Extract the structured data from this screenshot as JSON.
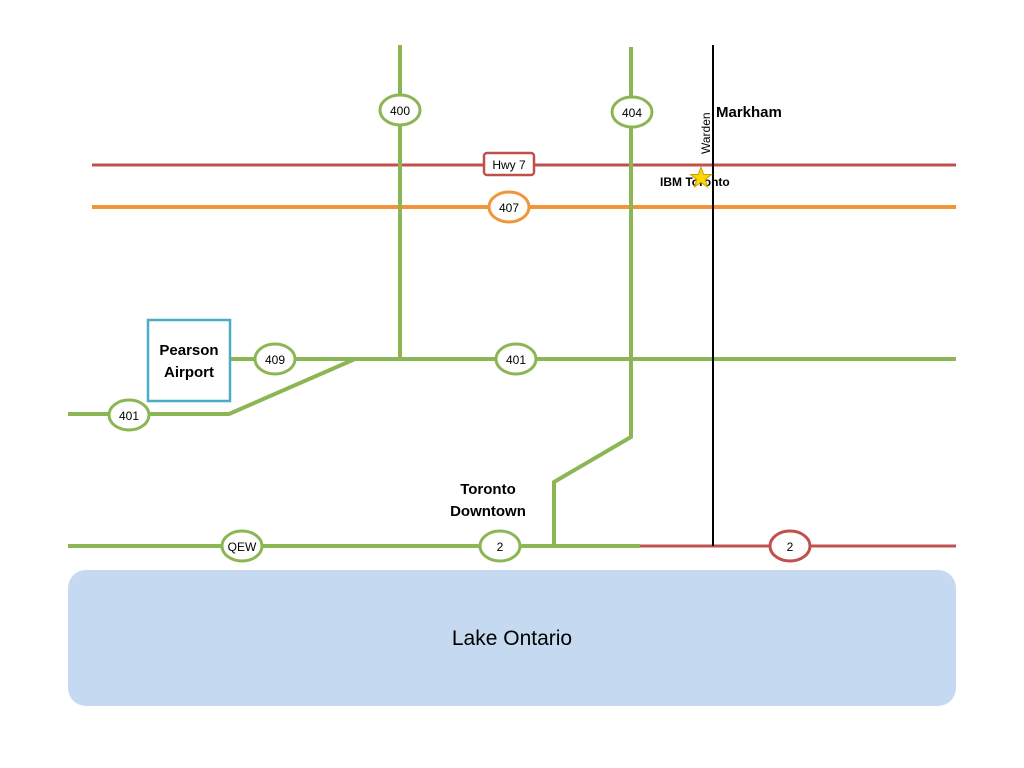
{
  "map": {
    "lake": {
      "name": "Lake Ontario",
      "color": "#c5d9f0"
    },
    "road_colors": {
      "highway": "#8cb654",
      "hwy7": "#c0504d",
      "hwy407": "#f0953a",
      "warden": "#000000",
      "hwy2_east": "#c0504d"
    },
    "shields": {
      "hwy400": "400",
      "hwy404": "404",
      "hwy7": "Hwy 7",
      "hwy407": "407",
      "hwy409": "409",
      "hwy401_center": "401",
      "hwy401_west": "401",
      "qew": "QEW",
      "hwy2_west": "2",
      "hwy2_east": "2"
    },
    "labels": {
      "markham": "Markham",
      "warden": "Warden",
      "ibm": "IBM Toronto",
      "downtown_line1": "Toronto",
      "downtown_line2": "Downtown",
      "airport_line1": "Pearson",
      "airport_line2": "Airport"
    },
    "landmarks": {
      "ibm_marker": "star-icon",
      "ibm_marker_color": "#ffd700",
      "airport_border_color": "#4bacc6"
    }
  }
}
